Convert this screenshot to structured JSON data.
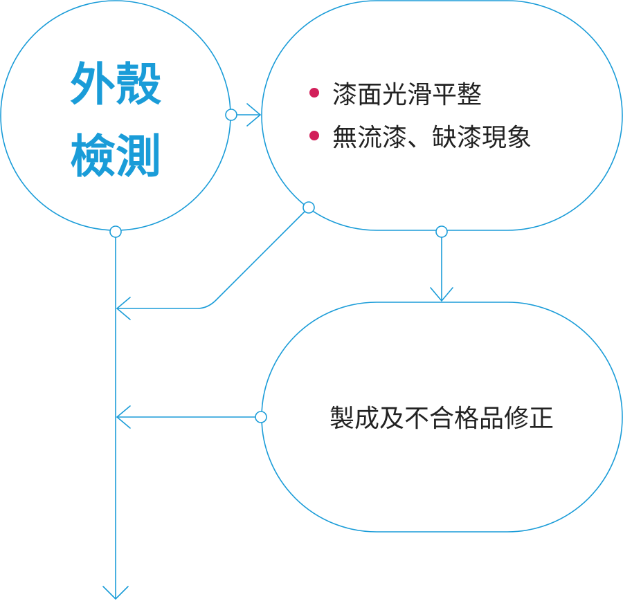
{
  "colors": {
    "accent": "#1a9cd8",
    "bullet": "#d21f5a",
    "text": "#222222"
  },
  "main_node": {
    "title_line1": "外殼",
    "title_line2": "檢測"
  },
  "criteria_node": {
    "items": [
      {
        "label": "漆面光滑平整"
      },
      {
        "label": "無流漆、缺漆現象"
      }
    ]
  },
  "correction_node": {
    "label": "製成及不合格品修正"
  }
}
